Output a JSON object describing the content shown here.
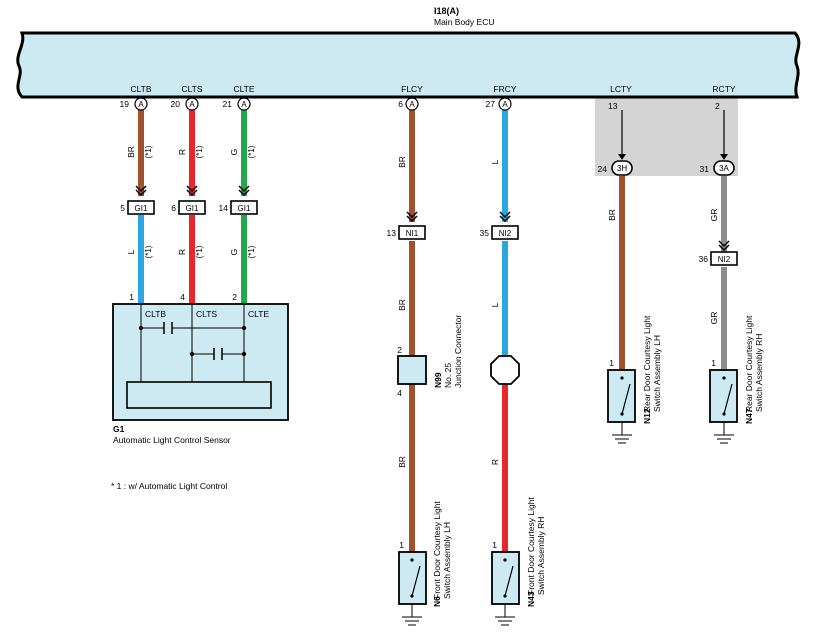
{
  "ecu": {
    "id": "I18(A)",
    "name": "Main Body ECU"
  },
  "ecu_terminals": [
    {
      "name": "CLTB",
      "pin": "19",
      "conn": "A"
    },
    {
      "name": "CLTS",
      "pin": "20",
      "conn": "A"
    },
    {
      "name": "CLTE",
      "pin": "21",
      "conn": "A"
    },
    {
      "name": "FLCY",
      "pin": "6",
      "conn": "A"
    },
    {
      "name": "FRCY",
      "pin": "27",
      "conn": "A"
    },
    {
      "name": "LCTY",
      "pin": "13"
    },
    {
      "name": "RCTY",
      "pin": "2"
    }
  ],
  "wire_labels": {
    "br": "BR",
    "r": "R",
    "g": "G",
    "l": "L",
    "gr": "GR",
    "note_mark": "(*1)"
  },
  "connectors": {
    "gi1": "GI1",
    "ni1": "NI1",
    "ni2": "NI2",
    "c3h": "3H",
    "c3a": "3A",
    "gi1_pins": [
      "5",
      "6",
      "14"
    ],
    "ni1_pin": "13",
    "ni2_pin_f": "35",
    "ni2_pin_r": "36",
    "c3h_pin": "24",
    "c3a_pin": "31"
  },
  "sensor": {
    "id": "G1",
    "name": "Automatic Light Control Sensor",
    "pins": [
      "1",
      "4",
      "2"
    ],
    "terminals": [
      "CLTB",
      "CLTS",
      "CLTE"
    ]
  },
  "junction": {
    "id": "N99",
    "line1": "No. 25",
    "line2": "Junction Connector",
    "pin_top": "2",
    "pin_bottom": "4"
  },
  "switches": [
    {
      "id": "N6",
      "line1": "Front Door Courtesy Light",
      "line2": "Switch Assembly LH",
      "pin": "1"
    },
    {
      "id": "N43",
      "line1": "Front Door Courtesy Light",
      "line2": "Switch Assembly RH",
      "pin": "1"
    },
    {
      "id": "N12",
      "line1": "Rear Door Courtesy Light",
      "line2": "Switch Assembly LH",
      "pin": "1"
    },
    {
      "id": "N47",
      "line1": "Rear Door Courtesy Light",
      "line2": "Switch Assembly RH",
      "pin": "1"
    }
  ],
  "footnote": "* 1 : w/ Automatic Light Control",
  "colors": {
    "br": "#a0522d",
    "r": "#e8262b",
    "g": "#22a84a",
    "l": "#2aa7e0",
    "gr": "#8f8f8f",
    "ecu_fill": "#cdeaf3",
    "sensor_fill": "#cdeaf3",
    "shade": "#d4d4d4"
  }
}
